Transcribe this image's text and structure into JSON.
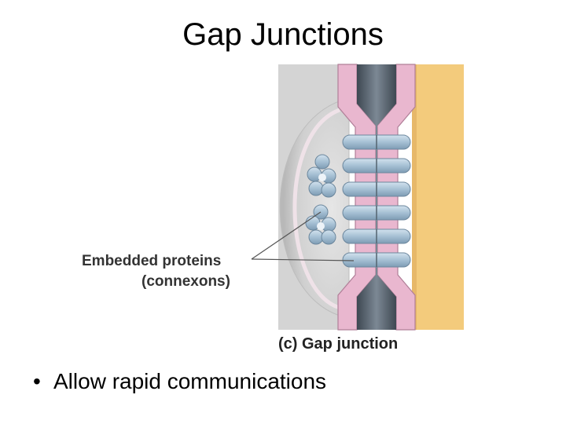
{
  "slide": {
    "title": "Gap Junctions",
    "bullets": [
      "Allow rapid communications"
    ]
  },
  "figure": {
    "callout_line1": "Embedded proteins",
    "callout_line2": "(connexons)",
    "caption": "(c) Gap junction",
    "colors": {
      "membrane": "#e9b7cf",
      "channel": "#5c6873",
      "connexon": "#aac4d6",
      "right_cell": "#f3cb7c",
      "left_cell": "#d6d6d6"
    }
  }
}
